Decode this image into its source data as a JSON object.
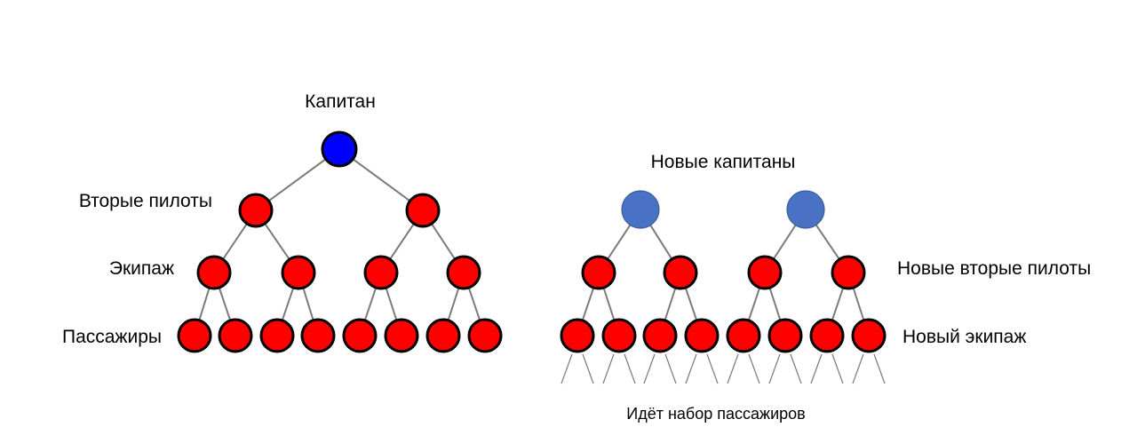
{
  "labels": {
    "left_captain": "Капитан",
    "left_copilots": "Вторые пилоты",
    "left_crew": "Экипаж",
    "left_passengers": "Пассажиры",
    "right_new_captains": "Новые капитаны",
    "right_new_copilots": "Новые вторые пилоты",
    "right_new_crew": "Новый экипаж",
    "right_recruiting": "Идёт набор пассажиров"
  },
  "colors": {
    "red_node": "#ff0000",
    "captain_node": "#0000ff",
    "new_captain_node": "#4a72c4",
    "edge": "#7a7a7a"
  }
}
